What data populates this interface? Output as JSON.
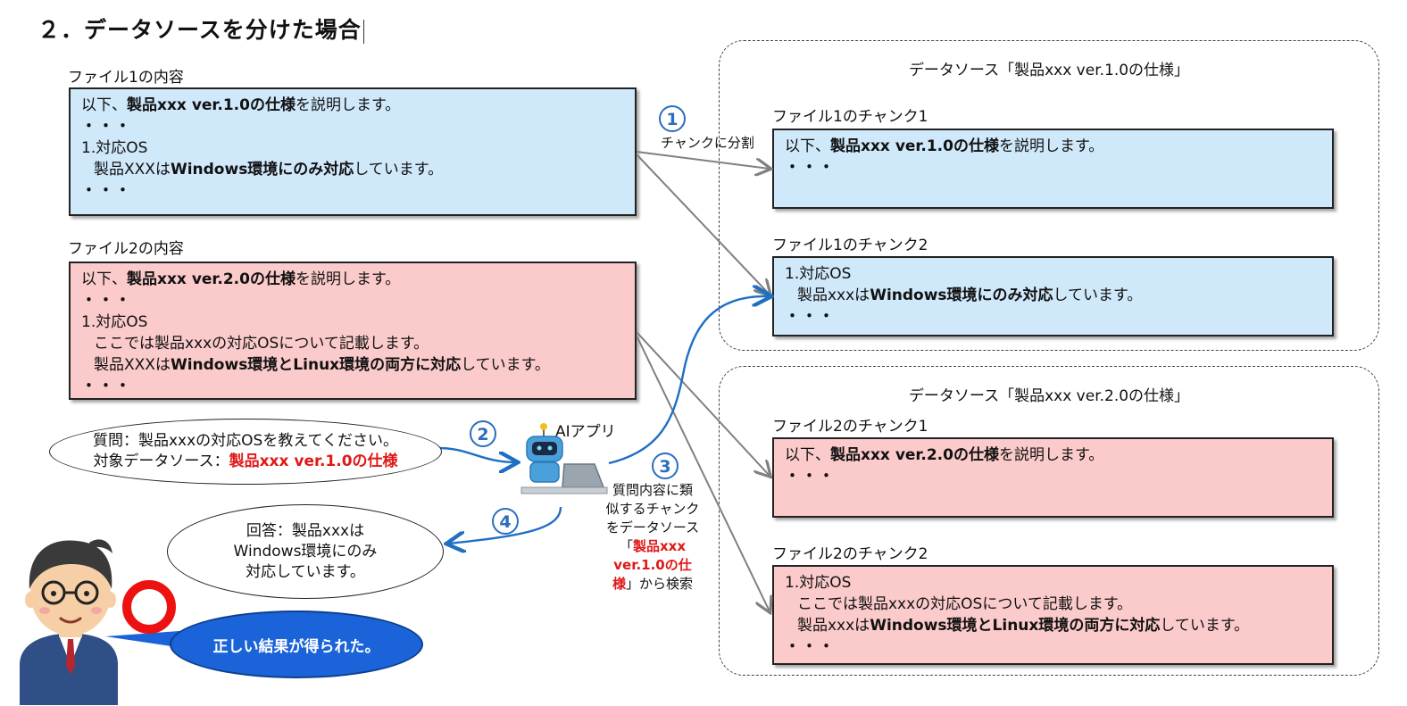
{
  "title": "２．データソースを分けた場合",
  "file1": {
    "label": "ファイル1の内容",
    "l1_pre": "以下、",
    "l1_bold": "製品xxx ver.1.0の仕様",
    "l1_post": "を説明します。",
    "dots": "・・・",
    "l3": "1.対応OS",
    "l4_pre": "製品XXXは",
    "l4_bold": "Windows環境にのみ対応",
    "l4_post": "しています。"
  },
  "file2": {
    "label": "ファイル2の内容",
    "l1_pre": "以下、",
    "l1_bold": "製品xxx ver.2.0の仕様",
    "l1_post": "を説明します。",
    "dots": "・・・",
    "l3": "1.対応OS",
    "l4": "ここでは製品xxxの対応OSについて記載します。",
    "l5_pre": "製品XXXは",
    "l5_bold": "Windows環境とLinux環境の両方に対応",
    "l5_post": "しています。"
  },
  "ds1": {
    "title": "データソース「製品xxx ver.1.0の仕様」",
    "c1_label": "ファイル1のチャンク1",
    "c1_pre": "以下、",
    "c1_bold": "製品xxx ver.1.0の仕様",
    "c1_post": "を説明します。",
    "c2_label": "ファイル1のチャンク2",
    "c2_l1": "1.対応OS",
    "c2_pre": "製品xxxは",
    "c2_bold": "Windows環境にのみ対応",
    "c2_post": "しています。"
  },
  "ds2": {
    "title": "データソース「製品xxx ver.2.0の仕様」",
    "c1_label": "ファイル2のチャンク1",
    "c1_pre": "以下、",
    "c1_bold": "製品xxx ver.2.0の仕様",
    "c1_post": "を説明します。",
    "c2_label": "ファイル2のチャンク2",
    "c2_l1": "1.対応OS",
    "c2_l2": "ここでは製品xxxの対応OSについて記載します。",
    "c2_pre": "製品xxxは",
    "c2_bold": "Windows環境とLinux環境の両方に対応",
    "c2_post": "しています。"
  },
  "steps": {
    "s1": "1",
    "s1_text": "チャンクに分割",
    "s2": "2",
    "s3": "3",
    "s3_l1": "質問内容に類",
    "s3_l2": "似するチャンク",
    "s3_l3": "をデータソース",
    "s3_l4_pre": "「",
    "s3_l4_red": "製品xxx",
    "s3_l5_red": "ver.1.0の仕",
    "s3_l6_red": "様",
    "s3_l6_post": "」から検索",
    "s4": "4"
  },
  "question": {
    "l1": "質問：製品xxxの対応OSを教えてください。",
    "l2_pre": "対象データソース：",
    "l2_red": "製品xxx ver.1.0の仕様"
  },
  "ai_label": "AIアプリ",
  "answer": {
    "l1": "回答：製品xxxは",
    "l2": "Windows環境にのみ",
    "l3": "対応しています。"
  },
  "result": {
    "mark": "○",
    "text": "正しい結果が得られた。"
  },
  "colors": {
    "blue_box": "#cfe8fa",
    "pink_box": "#fbcaca",
    "accent": "#2a6ebe",
    "red": "#e01818",
    "bubble": "#1a63d8"
  }
}
